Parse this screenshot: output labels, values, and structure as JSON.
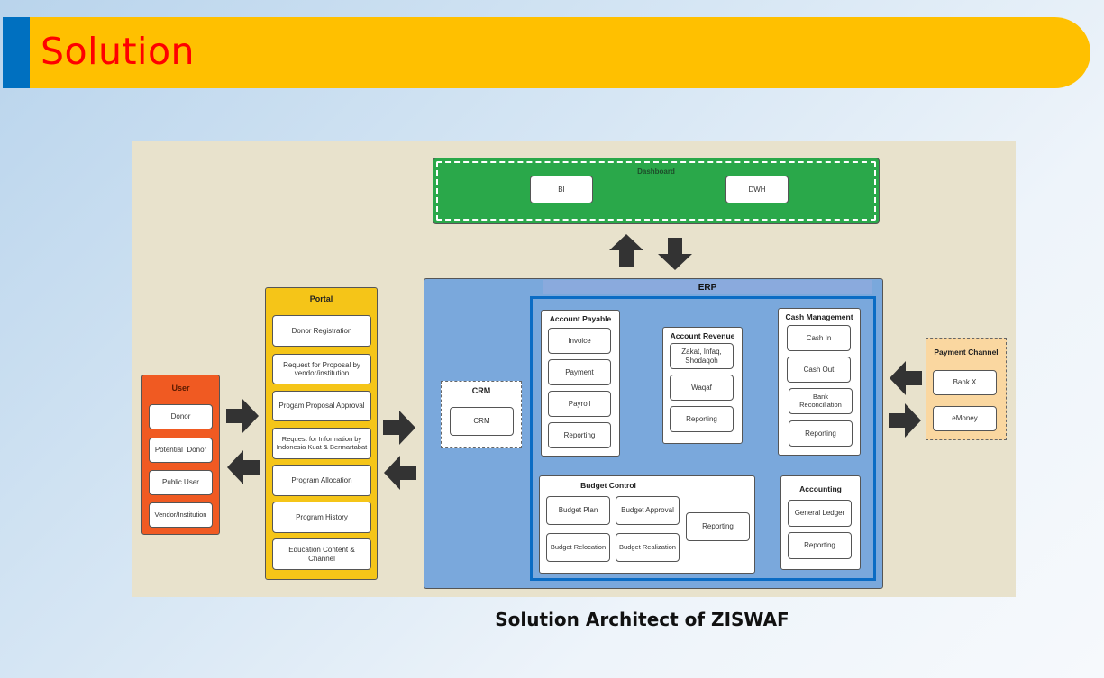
{
  "slide": {
    "title": "Solution",
    "caption": "Solution Architect of ZISWAF",
    "colors": {
      "banner": "#ffc000",
      "banner_accent": "#0070c0",
      "title_text": "#ff0000",
      "dashboard": "#2aa84a",
      "user": "#f05a22",
      "portal": "#f5c518",
      "erp": "#7aa8dc",
      "erp_inner_border": "#0b6cc4",
      "payment_channel": "#fad7a0",
      "canvas": "#e8e2cc"
    }
  },
  "diagram": {
    "dashboard": {
      "title": "Dashboard",
      "items": [
        "BI",
        "DWH"
      ]
    },
    "user": {
      "title": "User",
      "items": [
        "Donor",
        "Potential  Donor",
        "Public User",
        "Vendor/Institution"
      ]
    },
    "portal": {
      "title": "Portal",
      "items": [
        "Donor Registration",
        "Request for Proposal by vendor/institution",
        "Progam Proposal Approval",
        "Request for Information by Indonesia Kuat & Bermartabat",
        "Program Allocation",
        "Program History",
        "Education Content & Channel"
      ]
    },
    "erp": {
      "title": "ERP",
      "crm": {
        "title": "CRM",
        "items": [
          "CRM"
        ]
      },
      "account_payable": {
        "title": "Account Payable",
        "items": [
          "Invoice",
          "Payment",
          "Payroll",
          "Reporting"
        ]
      },
      "account_revenue": {
        "title": "Account Revenue",
        "items": [
          "Zakat, Infaq, Shodaqoh",
          "Waqaf",
          "Reporting"
        ]
      },
      "cash_management": {
        "title": "Cash Management",
        "items": [
          "Cash In",
          "Cash Out",
          "Bank Reconciliation",
          "Reporting"
        ]
      },
      "budget_control": {
        "title": "Budget Control",
        "items": [
          "Budget Plan",
          "Budget Approval",
          "Budget Relocation",
          "Budget Realization",
          "Reporting"
        ]
      },
      "accounting": {
        "title": "Accounting",
        "items": [
          "General Ledger",
          "Reporting"
        ]
      }
    },
    "payment_channel": {
      "title": "Payment Channel",
      "items": [
        "Bank X",
        "eMoney"
      ]
    },
    "arrows": [
      {
        "from": "erp",
        "to": "dashboard",
        "direction": "up"
      },
      {
        "from": "dashboard",
        "to": "erp",
        "direction": "down"
      },
      {
        "from": "user",
        "to": "portal",
        "direction": "right"
      },
      {
        "from": "portal",
        "to": "user",
        "direction": "left"
      },
      {
        "from": "portal",
        "to": "erp",
        "direction": "right"
      },
      {
        "from": "erp",
        "to": "portal",
        "direction": "left"
      },
      {
        "from": "payment_channel",
        "to": "erp",
        "direction": "left"
      },
      {
        "from": "erp",
        "to": "payment_channel",
        "direction": "right"
      }
    ]
  }
}
